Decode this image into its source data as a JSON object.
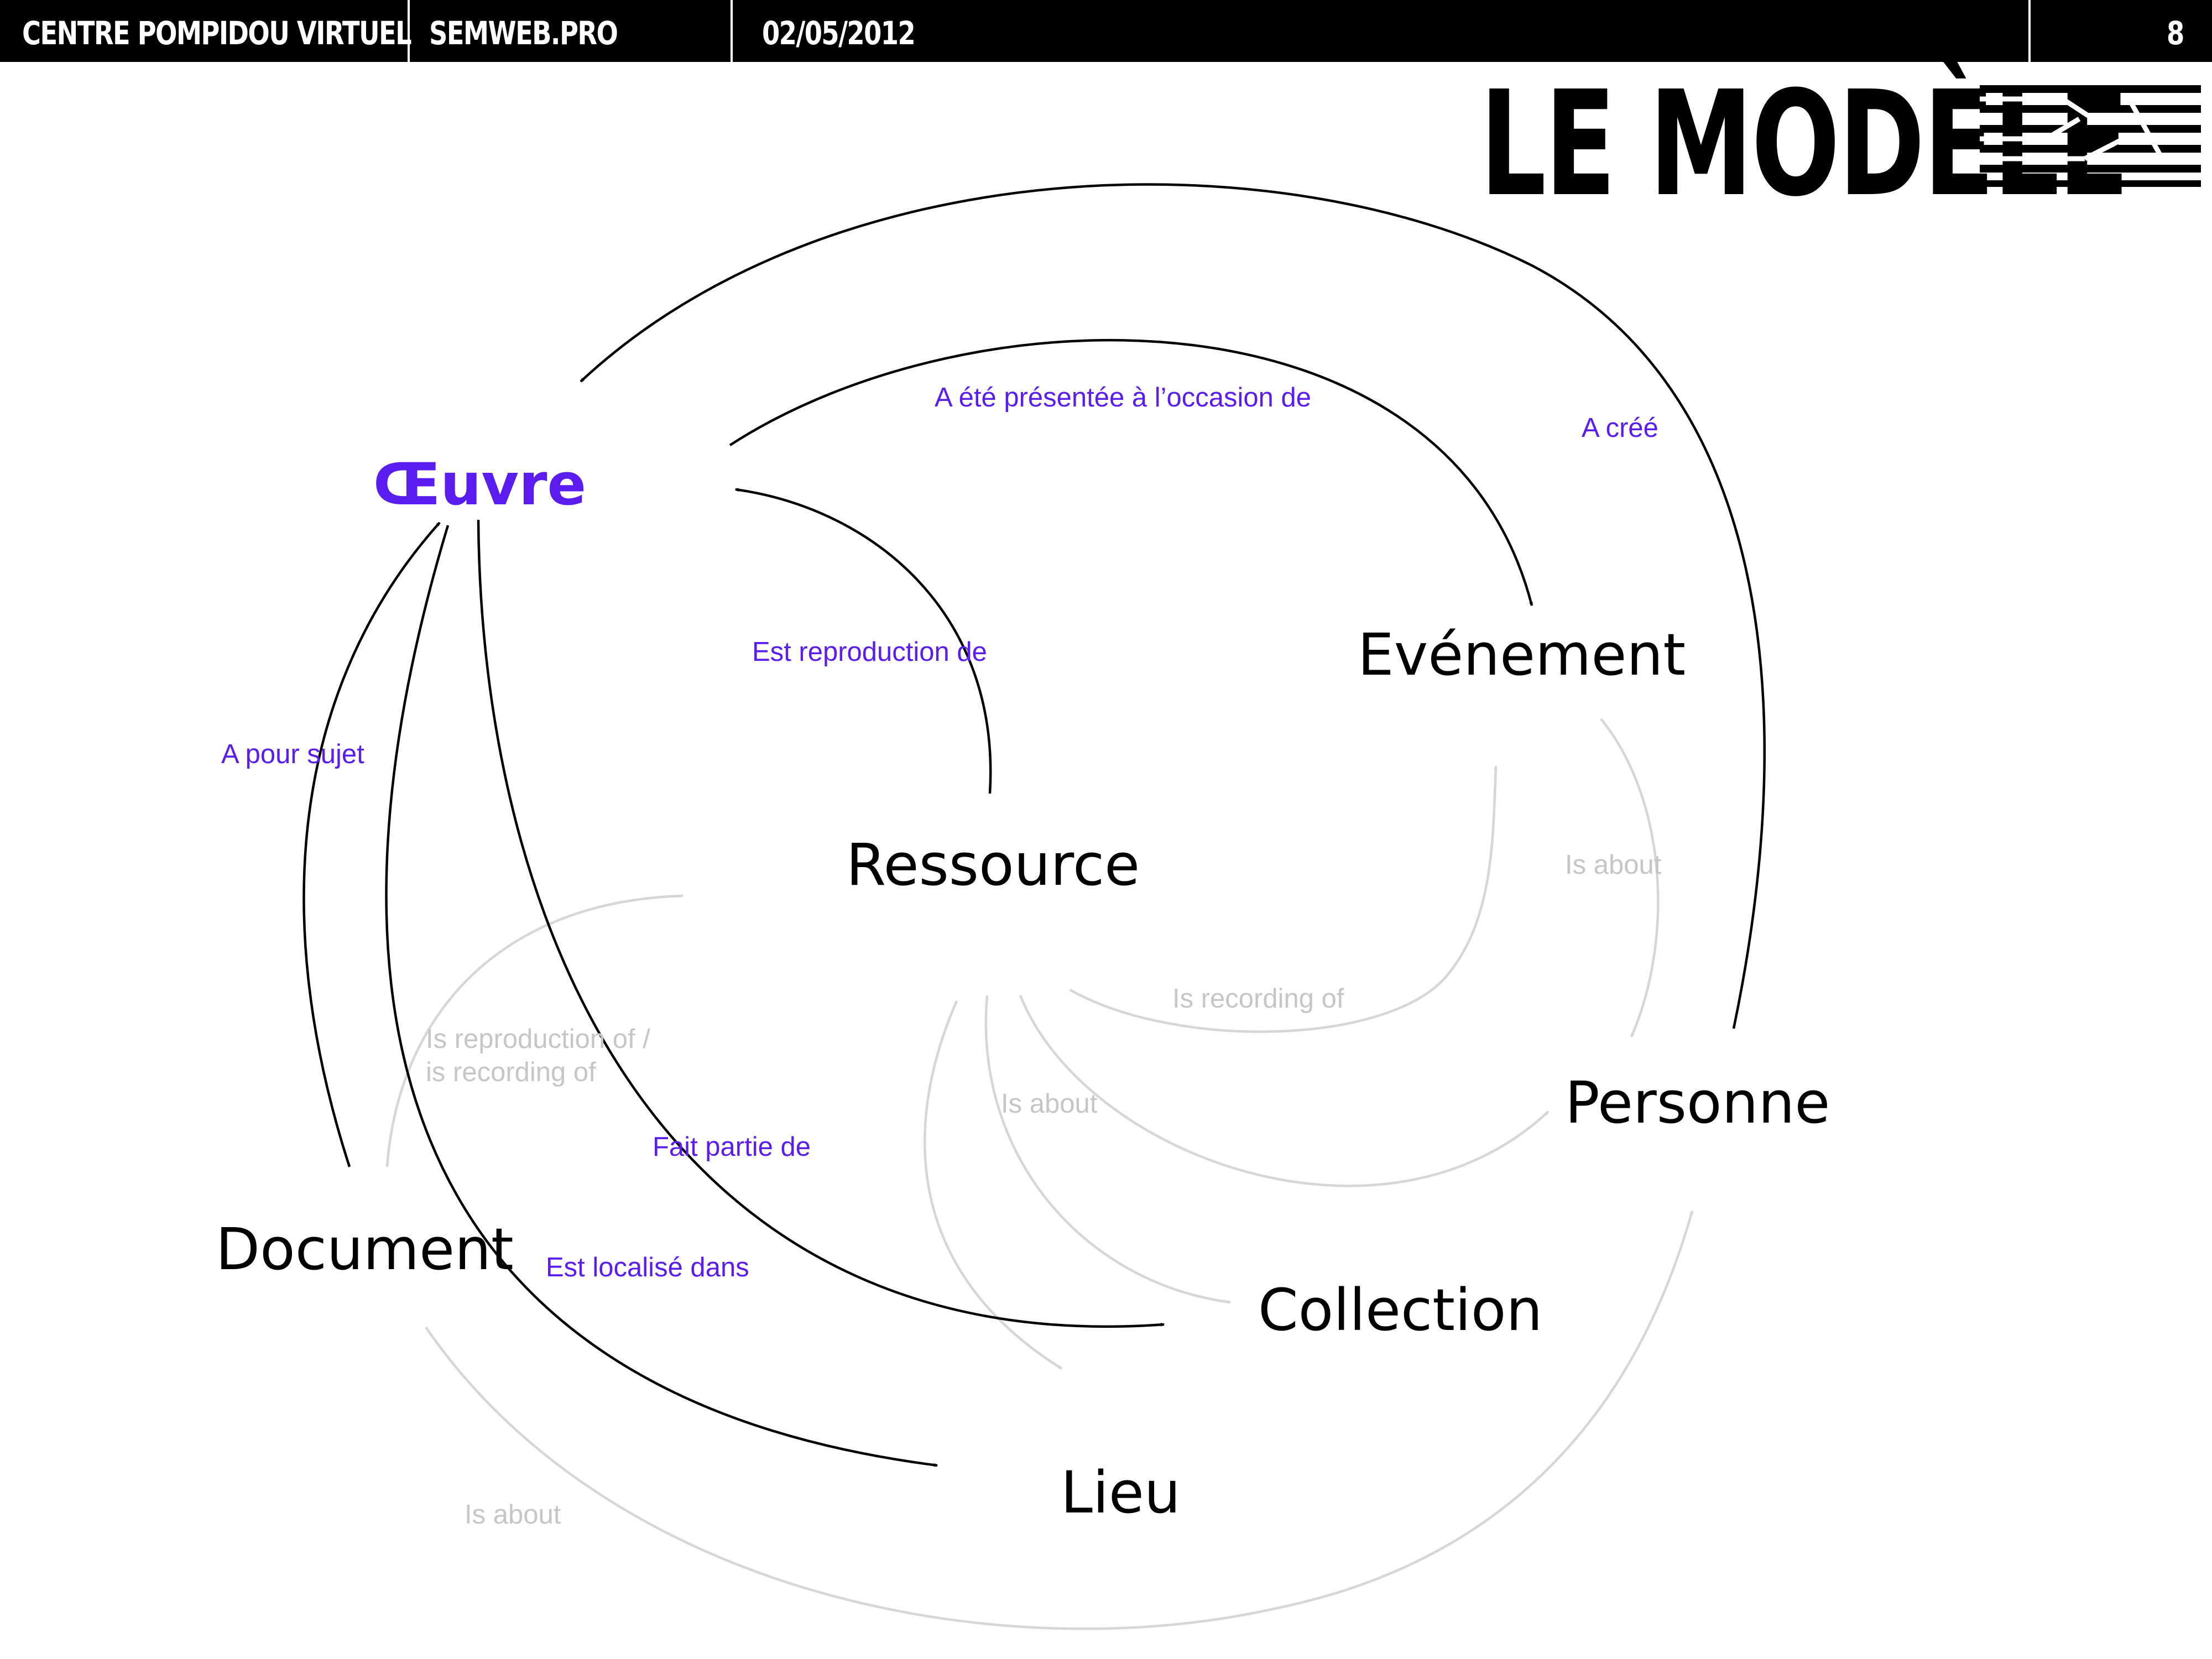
{
  "header": {
    "items": [
      "CENTRE POMPIDOU VIRTUEL",
      "SEMWEB.PRO",
      "02/05/2012"
    ],
    "page_number": "8"
  },
  "title": "LE MODÈLE",
  "logo_icon": "centre-pompidou-logo",
  "colors": {
    "accent": "#5b1cf0",
    "strong_edge": "#000000",
    "faint_edge": "#d6d6d6",
    "faint_label": "#c6c6c6"
  },
  "nodes": [
    {
      "id": "oeuvre",
      "label": "Œuvre",
      "accent": true
    },
    {
      "id": "evenement",
      "label": "Evénement"
    },
    {
      "id": "ressource",
      "label": "Ressource"
    },
    {
      "id": "personne",
      "label": "Personne"
    },
    {
      "id": "document",
      "label": "Document"
    },
    {
      "id": "collection",
      "label": "Collection"
    },
    {
      "id": "lieu",
      "label": "Lieu"
    }
  ],
  "edges": [
    {
      "from": "oeuvre",
      "to": "evenement",
      "label": "A été présentée à l’occasion de",
      "style": "strong"
    },
    {
      "from": "personne",
      "to": "oeuvre",
      "label": "A créé",
      "style": "strong"
    },
    {
      "from": "ressource",
      "to": "oeuvre",
      "label": "Est reproduction de",
      "style": "strong"
    },
    {
      "from": "document",
      "to": "oeuvre",
      "label": "A pour sujet",
      "style": "strong"
    },
    {
      "from": "oeuvre",
      "to": "collection",
      "label": "Fait partie de",
      "style": "strong"
    },
    {
      "from": "oeuvre",
      "to": "lieu",
      "label": "Est localisé dans",
      "style": "strong"
    },
    {
      "from": "evenement",
      "to": "personne",
      "label": "Is about",
      "style": "faint"
    },
    {
      "from": "ressource",
      "to": "evenement",
      "label": "Is recording of",
      "style": "faint"
    },
    {
      "from": "ressource",
      "to": "document",
      "label": "Is reproduction of /\nis recording of",
      "style": "faint"
    },
    {
      "from": "ressource",
      "to": "personne",
      "label": "Is about",
      "style": "faint"
    },
    {
      "from": "ressource",
      "to": "collection",
      "label": "",
      "style": "faint"
    },
    {
      "from": "ressource",
      "to": "lieu",
      "label": "",
      "style": "faint"
    },
    {
      "from": "document",
      "to": "personne",
      "label": "Is about",
      "style": "faint"
    }
  ]
}
